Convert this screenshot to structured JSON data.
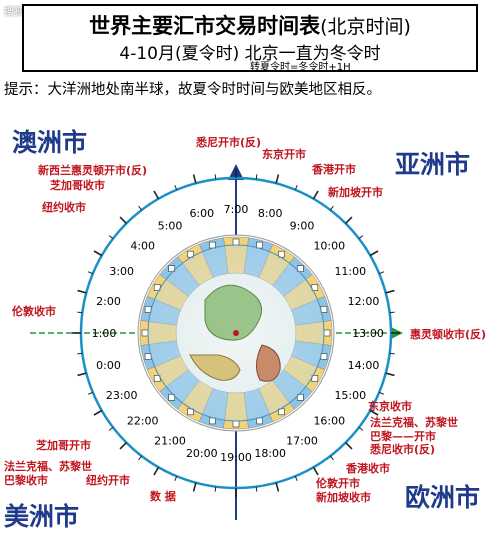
{
  "watermark": "搜狐号@FX123信息导航",
  "title": {
    "main": "世界主要汇市交易时间表",
    "paren": "(北京时间)",
    "subtitle": "4-10月(夏令时)  北京一直为冬令时",
    "dst_note": "转夏令时=冬令时+1H"
  },
  "tip": "提示：大洋洲地处南半球，故夏令时时间与欧美地区相反。",
  "regions": {
    "oceania": "澳洲市",
    "asia": "亚洲市",
    "americas": "美洲市",
    "europe": "欧洲市"
  },
  "hours": [
    "0:00",
    "1:00",
    "2:00",
    "3:00",
    "4:00",
    "5:00",
    "6:00",
    "7:00",
    "8:00",
    "9:00",
    "10:00",
    "11:00",
    "12:00",
    "13:00",
    "14:00",
    "15:00",
    "16:00",
    "17:00",
    "18:00",
    "19:00",
    "20:00",
    "21:00",
    "22:00",
    "23:00"
  ],
  "cities": {
    "sydney_open": "悉尼开市(反)",
    "tokyo_open": "东京开市",
    "hk_open": "香港开市",
    "sg_open": "新加坡开市",
    "wellington_open": "新西兰惠灵顿开市(反)",
    "chicago_close": "芝加哥收市",
    "ny_close": "纽约收市",
    "london_close": "伦敦收市",
    "wellington_close": "惠灵顿收市(反)",
    "tokyo_close": "东京收市",
    "europe_open_1": "法兰克福、苏黎世",
    "europe_open_2": "巴黎——开市",
    "sydney_close": "悉尼收市(反)",
    "hk_close": "香港收市",
    "london_open": "伦敦开市",
    "sg_close": "新加坡收市",
    "chicago_open": "芝加哥开市",
    "europe_close_1": "法兰克福、苏黎世",
    "europe_close_2": "巴黎收市",
    "ny_open": "纽约开市",
    "data": "数 据"
  },
  "colors": {
    "region": "#1f3a8a",
    "city": "#c0141e",
    "ring": "#1a8fc8",
    "arrow_green": "#1f9a3a",
    "arrow_blue": "#1f3a8a"
  }
}
